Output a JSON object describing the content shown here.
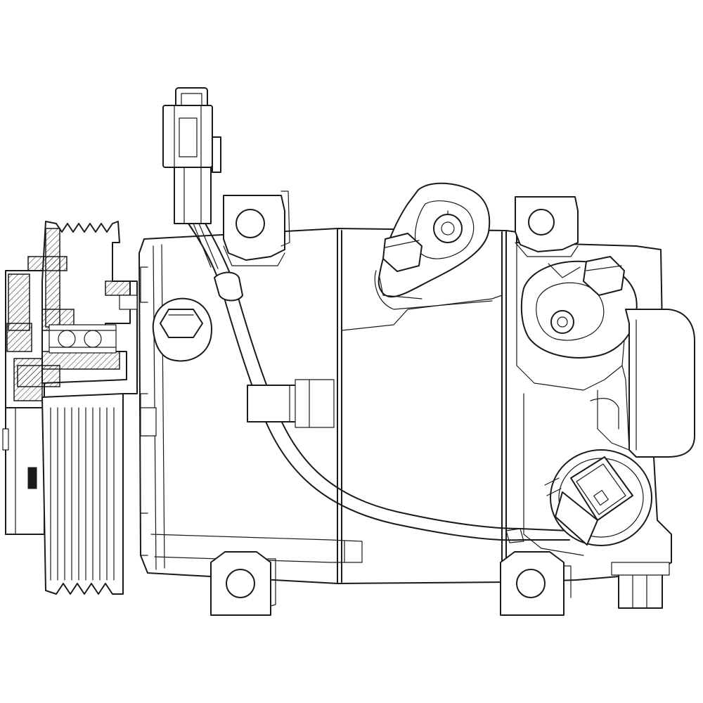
{
  "colors": {
    "line": "#1a1a1a",
    "background": "#ffffff"
  },
  "parts": [
    "pulley",
    "clutch",
    "electrical-connector",
    "wiring-harness",
    "compressor-body",
    "mounting-ear",
    "port-fitting",
    "pressure-switch"
  ]
}
